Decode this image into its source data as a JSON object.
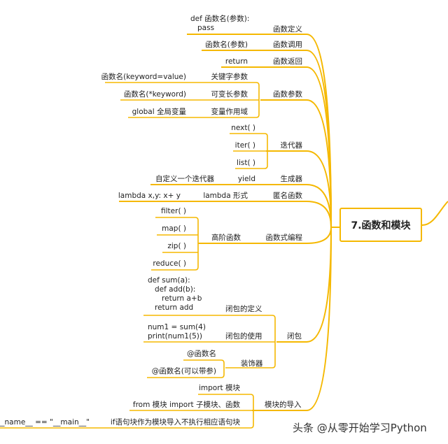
{
  "root": "7.函数和模块",
  "line_color": "#f5b800",
  "branches": {
    "def": {
      "label": "函数定义",
      "code": "def 函数名(参数):\n   pass"
    },
    "call": {
      "label": "函数调用",
      "child": "函数名(参数)"
    },
    "ret": {
      "label": "函数返回",
      "child": "return"
    },
    "params": {
      "label": "函数参数",
      "children": [
        {
          "label": "关键字参数",
          "child": "函数名(keyword=value)"
        },
        {
          "label": "可变长参数",
          "child": "函数名(*keyword)"
        },
        {
          "label": "变量作用域",
          "child": "global 全局变量"
        }
      ]
    },
    "iter": {
      "label": "迭代器",
      "children": [
        "next( )",
        "iter( )",
        "list( )"
      ]
    },
    "gen": {
      "label": "生成器",
      "child": "yield",
      "grandchild": "自定义一个迭代器"
    },
    "anon": {
      "label": "匿名函数",
      "child": "lambda 形式",
      "grandchild": "lambda x,y: x+ y"
    },
    "func": {
      "label": "函数式编程",
      "child": "高阶函数",
      "children": [
        "filter( )",
        "map( )",
        "zip( )",
        "reduce( )"
      ]
    },
    "closure": {
      "label": "闭包",
      "children": [
        {
          "label": "闭包的定义",
          "code": "def sum(a):\n   def add(b):\n      return a+b\n   return add"
        },
        {
          "label": "闭包的使用",
          "code": "num1 = sum(4)\nprint(num1(5))"
        },
        {
          "label": "装饰器",
          "children": [
            "@函数名",
            "@函数名(可以带参)"
          ]
        }
      ]
    },
    "import": {
      "label": "模块的导入",
      "children": [
        {
          "label": "import 模块"
        },
        {
          "label": "from 模块 import 子模块、函数"
        },
        {
          "label": "if语句块作为模块导入不执行相应语句块",
          "child": "__name__ == \"__main__\""
        }
      ]
    }
  },
  "watermark": "头条 @从零开始学习Python"
}
